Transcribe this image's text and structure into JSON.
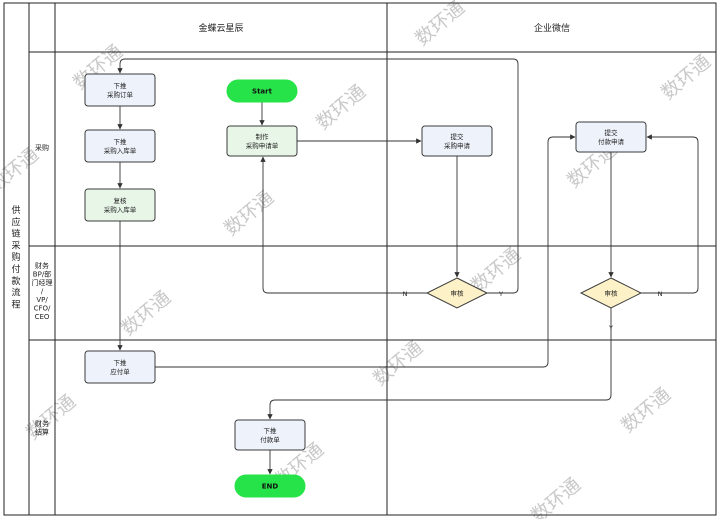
{
  "diagram": {
    "title_chars": [
      "供",
      "应",
      "链",
      "采",
      "购",
      "付",
      "款",
      "流",
      "程"
    ],
    "columns": [
      {
        "id": "jd",
        "label": "金蝶云星辰"
      },
      {
        "id": "wx",
        "label": "企业微信"
      }
    ],
    "lanes": [
      {
        "id": "purchase",
        "lines": [
          "采购"
        ]
      },
      {
        "id": "finance_mgr",
        "lines": [
          "财务",
          "BP/部",
          "门经理",
          "/",
          "VP/",
          "CFO/",
          "CEO"
        ]
      },
      {
        "id": "settle",
        "lines": [
          "财务",
          "结算"
        ]
      }
    ],
    "nodes": [
      {
        "id": "po",
        "lines": [
          "下推",
          "采购订单"
        ],
        "fill": "#eef3fb",
        "stroke": "#3b3b3b"
      },
      {
        "id": "gr",
        "lines": [
          "下推",
          "采购入库单"
        ],
        "fill": "#eef3fb",
        "stroke": "#3b3b3b"
      },
      {
        "id": "rv",
        "lines": [
          "复核",
          "采购入库单"
        ],
        "fill": "#e8f6e8",
        "stroke": "#3b3b3b"
      },
      {
        "id": "start",
        "lines": [
          "Start"
        ],
        "fill": "#27e34a",
        "stroke": "#27e34a"
      },
      {
        "id": "mk",
        "lines": [
          "制作",
          "采购申请单"
        ],
        "fill": "#e8f6e8",
        "stroke": "#3b3b3b"
      },
      {
        "id": "sub1",
        "lines": [
          "提交",
          "采购申请"
        ],
        "fill": "#eef3fb",
        "stroke": "#3b3b3b"
      },
      {
        "id": "sub2",
        "lines": [
          "提交",
          "付款申请"
        ],
        "fill": "#eef3fb",
        "stroke": "#3b3b3b"
      },
      {
        "id": "d1",
        "lines": [
          "审核"
        ],
        "fill": "#fdf1c8",
        "stroke": "#3b3b3b"
      },
      {
        "id": "d2",
        "lines": [
          "审核"
        ],
        "fill": "#fdf1c8",
        "stroke": "#3b3b3b"
      },
      {
        "id": "ap",
        "lines": [
          "下推",
          "应付单"
        ],
        "fill": "#eef3fb",
        "stroke": "#3b3b3b"
      },
      {
        "id": "pay",
        "lines": [
          "下推",
          "付款单"
        ],
        "fill": "#eef3fb",
        "stroke": "#3b3b3b"
      },
      {
        "id": "end",
        "lines": [
          "END"
        ],
        "fill": "#27e34a",
        "stroke": "#27e34a"
      }
    ],
    "edge_labels": {
      "d1_no": "N",
      "d1_yes": "Y",
      "d2_no": "N",
      "d2_yes": "Y"
    },
    "watermark": "数环通",
    "colors": {
      "line": "#333333",
      "border": "#222222",
      "watermark": "#c9c9c9"
    }
  }
}
